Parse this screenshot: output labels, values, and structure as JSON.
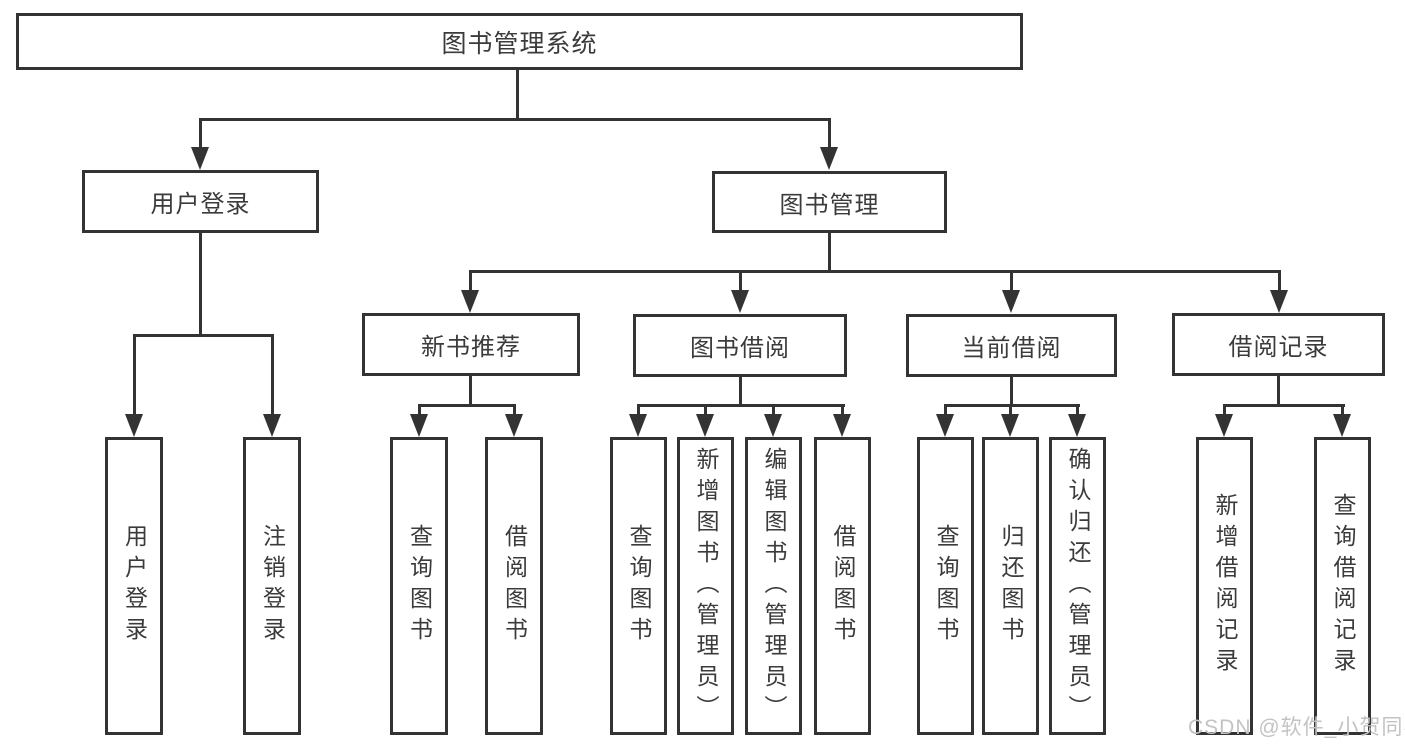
{
  "tree": {
    "root": "图书管理系统",
    "children": [
      {
        "label": "用户登录",
        "children": [
          "用户登录",
          "注销登录"
        ]
      },
      {
        "label": "图书管理",
        "children": [
          {
            "label": "新书推荐",
            "children": [
              "查询图书",
              "借阅图书"
            ]
          },
          {
            "label": "图书借阅",
            "children": [
              "查询图书",
              "新增图书（管理员）",
              "编辑图书（管理员）",
              "借阅图书"
            ]
          },
          {
            "label": "当前借阅",
            "children": [
              "查询图书",
              "归还图书",
              "确认归还（管理员）"
            ]
          },
          {
            "label": "借阅记录",
            "children": [
              "新增借阅记录",
              "查询借阅记录"
            ]
          }
        ]
      }
    ]
  },
  "watermark": "CSDN @软件_小贺同学",
  "colors": {
    "line": "#333333",
    "text": "#3b3b3b",
    "box_fill": "#ffffff",
    "watermark": "#c3c3c3",
    "background": "#ffffff"
  }
}
